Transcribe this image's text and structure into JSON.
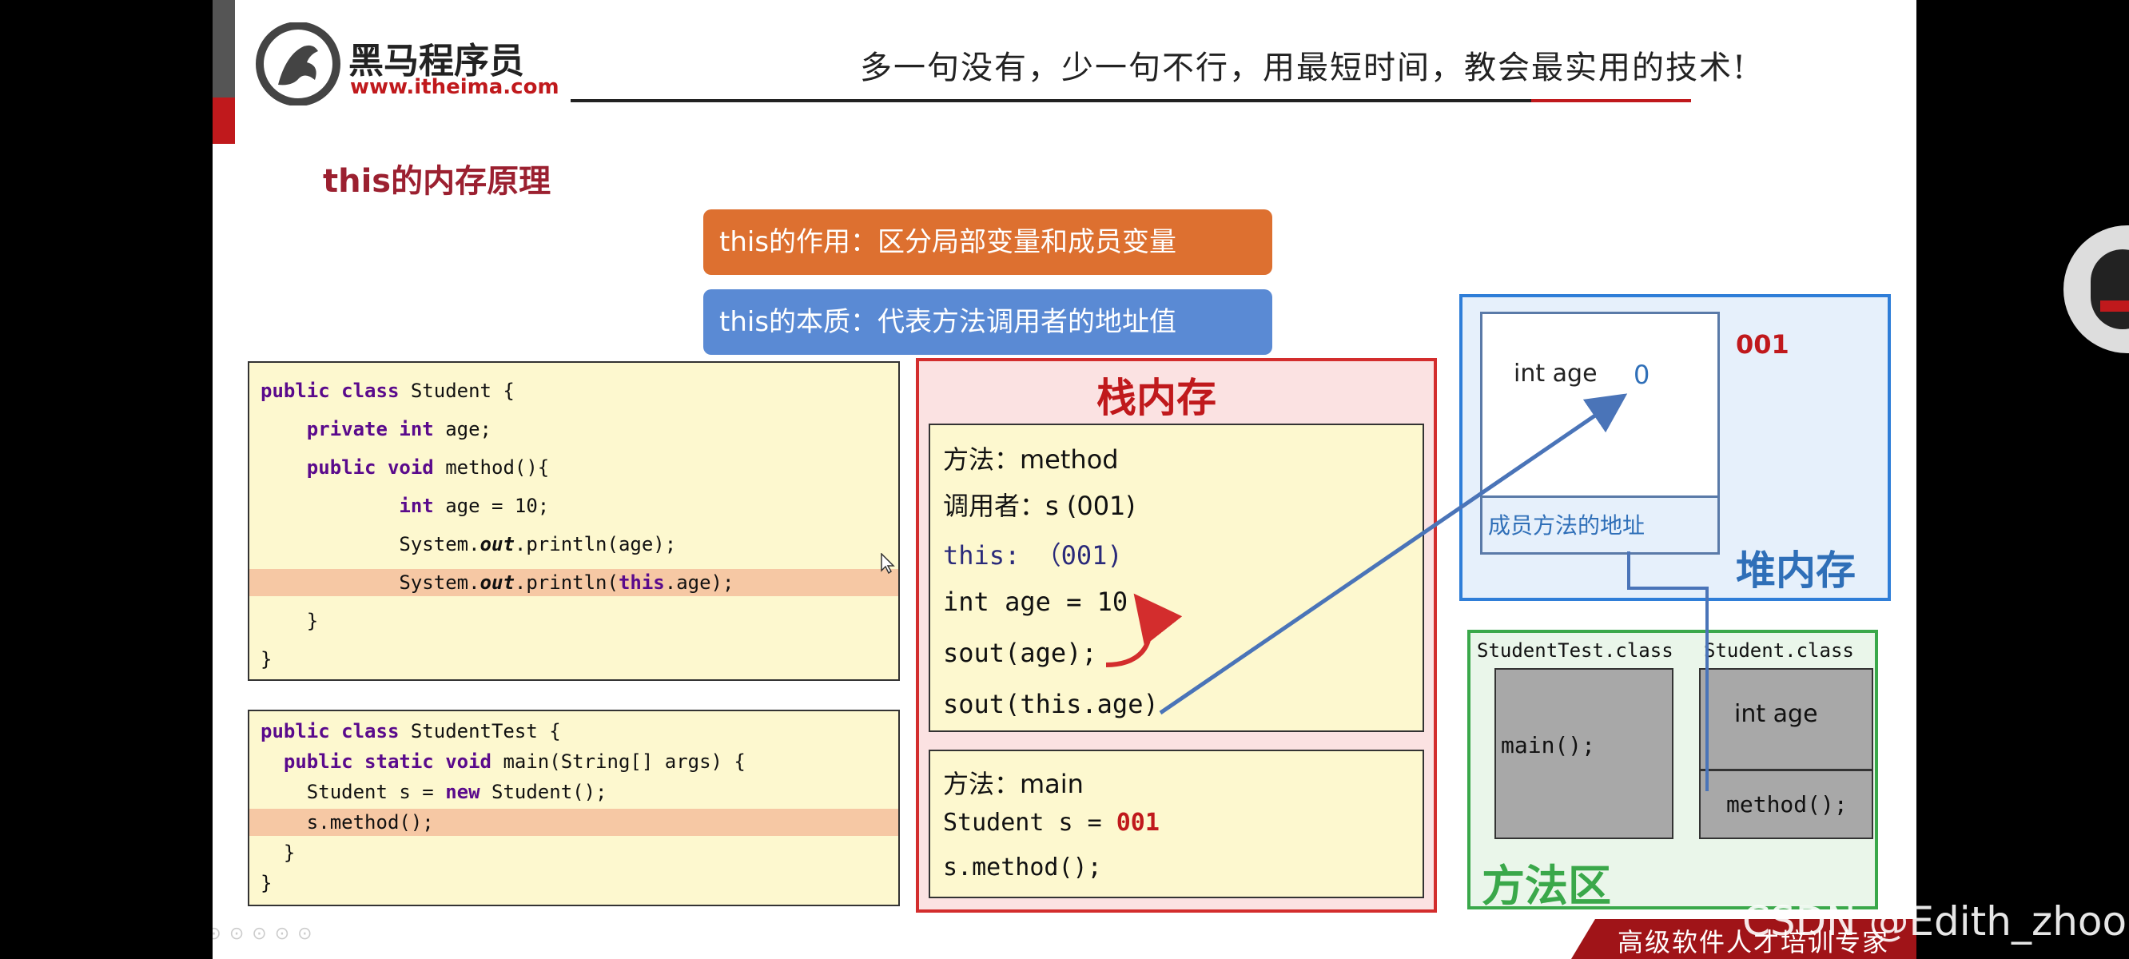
{
  "header": {
    "logo_name": "黑马程序员",
    "logo_url": "www.itheima.com",
    "slogan": "多一句没有，少一句不行，用最短时间，教会最实用的技术!"
  },
  "slide_title": "this的内存原理",
  "callouts": {
    "role": "this的作用：区分局部变量和成员变量",
    "essence": "this的本质：代表方法调用者的地址值"
  },
  "student_code": {
    "lines": [
      "public class Student {",
      "    private int age;",
      "    public void method(){",
      "            int age = 10;",
      "            System.out.println(age);",
      "            System.out.println(this.age);",
      "    }",
      "}"
    ],
    "italic_word": "out"
  },
  "studenttest_code": {
    "lines": [
      "public class StudentTest {",
      "  public static void main(String[] args) {",
      "    Student s = new Student();",
      "    s.method();",
      "  }",
      "}"
    ]
  },
  "stack": {
    "title": "栈内存",
    "method_frame": {
      "method": "方法：method",
      "caller": "调用者：s (001)",
      "this_line": "this: （001)",
      "age_line": "int age = 10",
      "sout1": "sout(age);",
      "sout2": "sout(this.age)"
    },
    "main_frame": {
      "method": "方法：main",
      "student_s": "Student s = ",
      "address": "001",
      "call": "s.method();"
    }
  },
  "heap": {
    "title": "堆内存",
    "address": "001",
    "field_label": "int age",
    "field_value": "0",
    "method_addr_label": "成员方法的地址"
  },
  "method_area": {
    "title": "方法区",
    "studenttest_class": "StudentTest.class",
    "student_class": "Student.class",
    "main_label": "main();",
    "int_age_label": "int age",
    "method_label": "method();"
  },
  "footer": {
    "banner": "高级软件人才培训专家",
    "watermark": "CSDN @Edith_zhoong"
  },
  "colors": {
    "brand_red": "#c0191c",
    "orange": "#dd7030",
    "blue": "#5a8ad4",
    "code_bg": "#fdf8cf"
  }
}
